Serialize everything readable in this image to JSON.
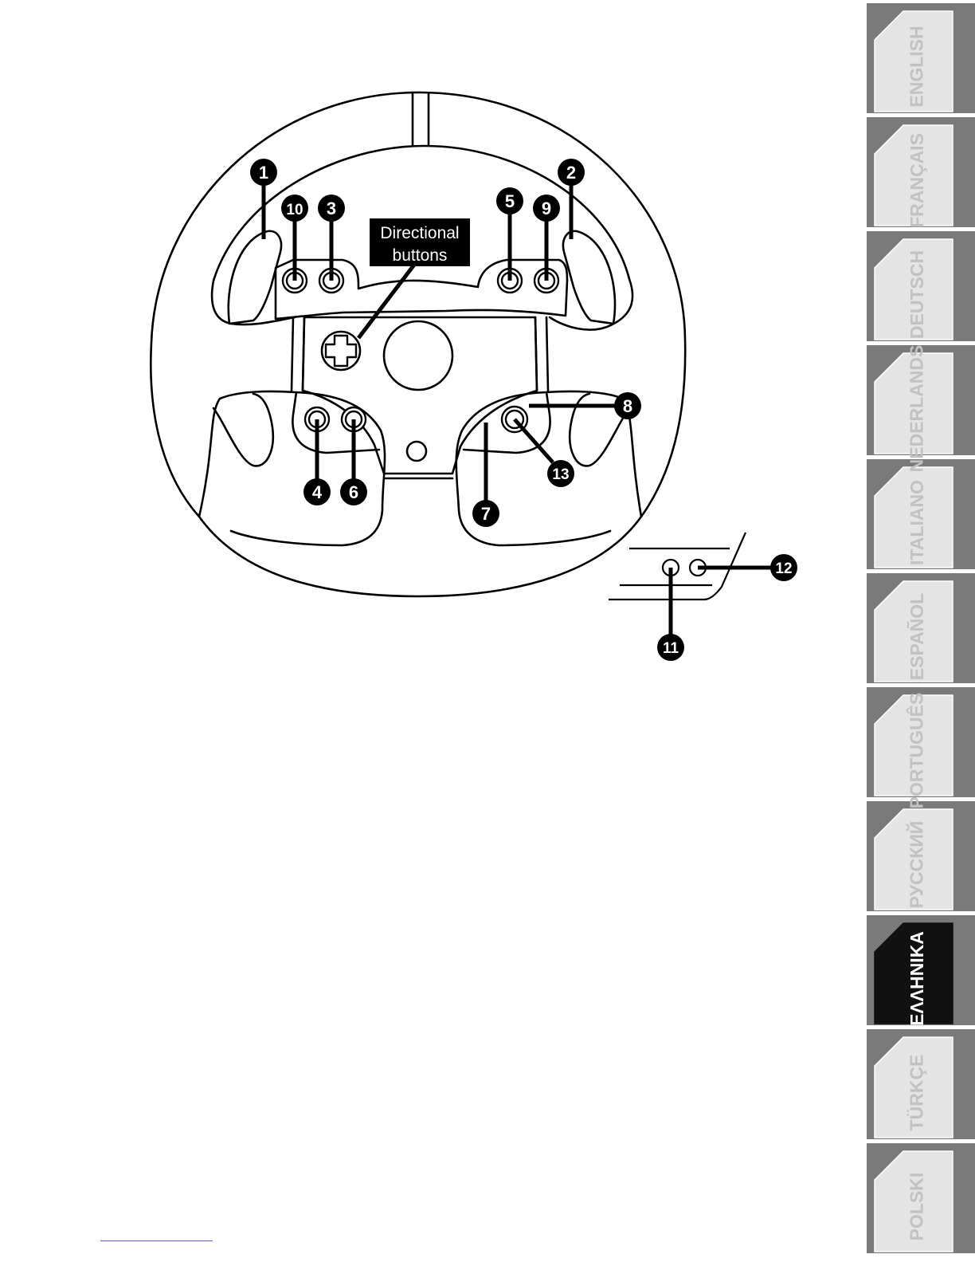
{
  "diagram": {
    "callout_box": {
      "line1": "Directional",
      "line2": "buttons"
    },
    "callouts": [
      "1",
      "2",
      "3",
      "4",
      "5",
      "6",
      "7",
      "8",
      "9",
      "10",
      "11",
      "12",
      "13"
    ]
  },
  "language_tabs": [
    {
      "label": "ENGLISH",
      "active": false
    },
    {
      "label": "FRANÇAIS",
      "active": false
    },
    {
      "label": "DEUTSCH",
      "active": false
    },
    {
      "label": "NEDERLANDS",
      "active": false
    },
    {
      "label": "ITALIANO",
      "active": false
    },
    {
      "label": "ESPAÑOL",
      "active": false
    },
    {
      "label": "PORTUGUÊS",
      "active": false
    },
    {
      "label": "РУССКИЙ",
      "active": false
    },
    {
      "label": "ΕΛΛΗΝΙΚΑ",
      "active": true
    },
    {
      "label": "TÜRKÇE",
      "active": false
    },
    {
      "label": "POLSKI",
      "active": false
    }
  ],
  "colors": {
    "tab_background": "#e4e4e4",
    "tab_text": "#c2c2c2",
    "tab_shadow": "#7a7a7a",
    "active_tab_background": "#111111",
    "active_tab_text": "#ffffff",
    "footer_link": "#4a5fd0"
  }
}
